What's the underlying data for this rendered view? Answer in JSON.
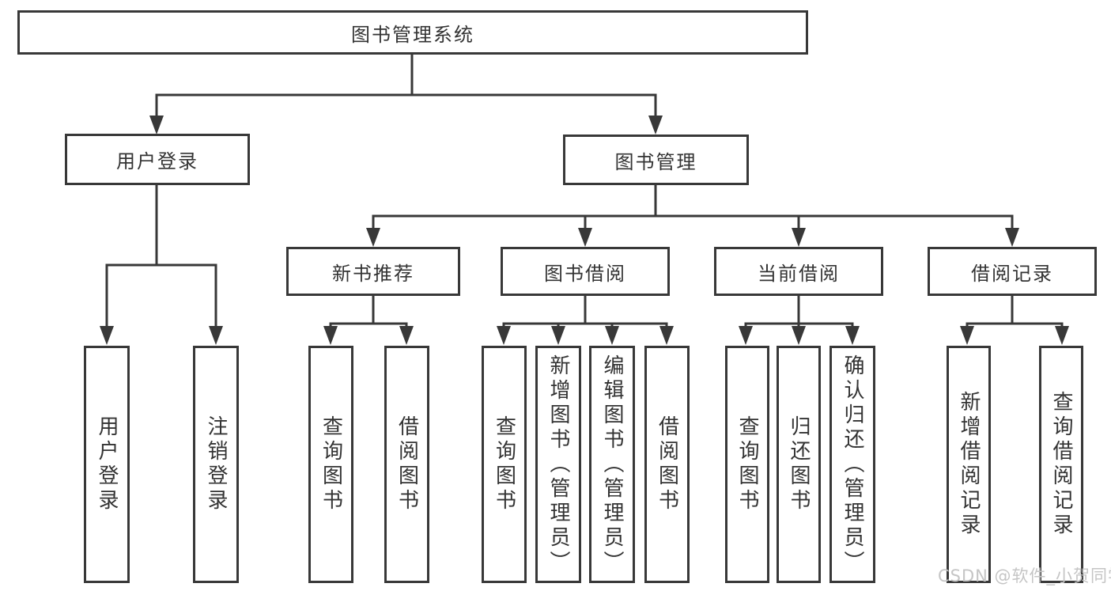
{
  "diagram": {
    "title_note": "library management system function structure chart",
    "root": {
      "label": "图书管理系统"
    },
    "level2": [
      {
        "label": "用户登录"
      },
      {
        "label": "图书管理"
      }
    ],
    "level3": [
      {
        "label": "新书推荐",
        "parent": "图书管理"
      },
      {
        "label": "图书借阅",
        "parent": "图书管理"
      },
      {
        "label": "当前借阅",
        "parent": "图书管理"
      },
      {
        "label": "借阅记录",
        "parent": "图书管理"
      }
    ],
    "level4": [
      {
        "label": "用户登录",
        "parent": "用户登录"
      },
      {
        "label": "注销登录",
        "parent": "用户登录"
      },
      {
        "label": "查询图书",
        "parent": "新书推荐"
      },
      {
        "label": "借阅图书",
        "parent": "新书推荐"
      },
      {
        "label": "查询图书",
        "parent": "图书借阅"
      },
      {
        "label": "新增图书（管理员）",
        "parent": "图书借阅"
      },
      {
        "label": "编辑图书（管理员）",
        "parent": "图书借阅"
      },
      {
        "label": "借阅图书",
        "parent": "图书借阅"
      },
      {
        "label": "查询图书",
        "parent": "当前借阅"
      },
      {
        "label": "归还图书",
        "parent": "当前借阅"
      },
      {
        "label": "确认归还（管理员）",
        "parent": "当前借阅"
      },
      {
        "label": "新增借阅记录",
        "parent": "借阅记录"
      },
      {
        "label": "查询借阅记录",
        "parent": "借阅记录"
      }
    ]
  },
  "watermark": {
    "text": "CSDN @软件_小贺同学"
  },
  "colors": {
    "line": "#383838",
    "border": "#383838",
    "text": "#333333",
    "background": "#ffffff",
    "watermark": "#c5c5c5"
  }
}
